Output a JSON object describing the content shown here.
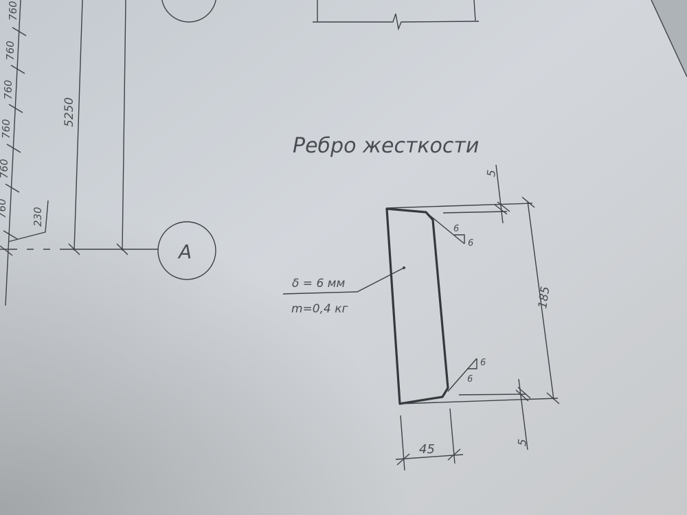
{
  "title": "Ребро жесткости",
  "left_chain": {
    "labels": [
      "760",
      "760",
      "760",
      "760",
      "760",
      "760"
    ],
    "offset_label": "230"
  },
  "dimension_5250": "5250",
  "axis_marker": "A",
  "part": {
    "thickness_label": "δ = 6 мм",
    "mass_label": "m=0,4 кг",
    "dim_height": "185",
    "dim_width": "45",
    "dim_top_offset": "5",
    "dim_bottom_offset": "5",
    "weld_top": {
      "leg1": "6",
      "leg2": "6"
    },
    "weld_bottom": {
      "leg1": "6",
      "leg2": "6"
    }
  }
}
